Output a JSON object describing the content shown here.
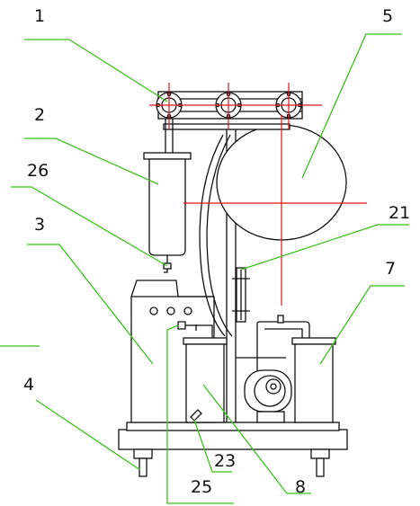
{
  "diagram": {
    "labels": {
      "l1": "1",
      "l2": "2",
      "l3": "3",
      "l4": "4",
      "l5": "5",
      "l7": "7",
      "l8": "8",
      "l21": "21",
      "l23": "23",
      "l25": "25",
      "l26": "26"
    },
    "colors": {
      "leader": "#39c21a",
      "centerline": "#e0141e",
      "ink": "#111111"
    }
  }
}
